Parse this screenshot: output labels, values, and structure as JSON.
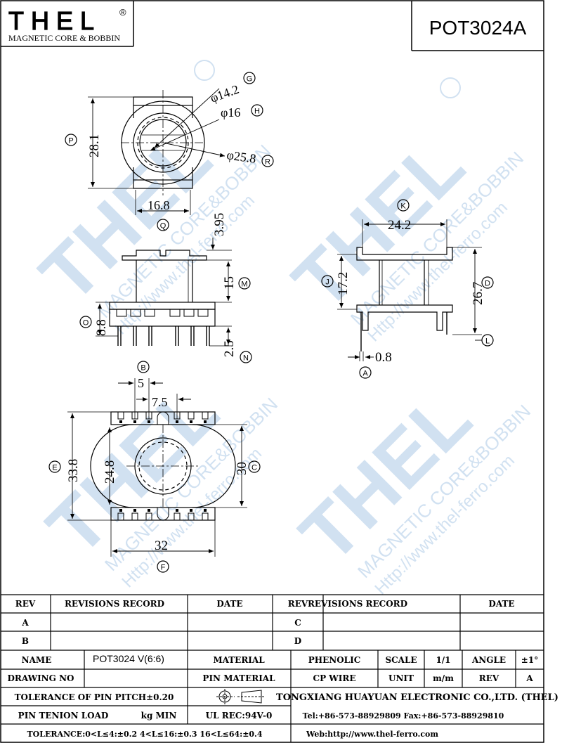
{
  "header": {
    "logo": "THEL",
    "registered": "®",
    "logo_subtitle": "MAGNETIC CORE & BOBBIN",
    "part_number": "POT3024A"
  },
  "watermark": {
    "brand": "THEL",
    "line1": "MAGNETIC CORE&BOBBIN",
    "line2": "Http://www.thel-ferro.com",
    "registered": "®"
  },
  "top_view": {
    "dims": {
      "p": "28.1",
      "g": "φ14.2",
      "h": "φ16",
      "r": "φ25.8",
      "q": "16.8"
    },
    "callouts": {
      "p": "P",
      "g": "G",
      "h": "H",
      "r": "R",
      "q": "Q"
    }
  },
  "front_view": {
    "dims": {
      "top": "3.95",
      "m": "15",
      "o": "8.8",
      "n": "2.5"
    },
    "callouts": {
      "m": "M",
      "o": "O",
      "n": "N"
    }
  },
  "side_view": {
    "dims": {
      "k": "24.2",
      "j": "17.2",
      "d": "26.7",
      "a": "0.8"
    },
    "callouts": {
      "k": "K",
      "j": "J",
      "d": "D",
      "l": "L",
      "a": "A"
    }
  },
  "bottom_view": {
    "dims": {
      "b1": "5",
      "b2": "7.5",
      "e": "33.8",
      "inner": "24.8",
      "c": "30",
      "f": "32"
    },
    "callouts": {
      "b": "B",
      "e": "E",
      "c": "C",
      "f": "F"
    }
  },
  "title_block": {
    "rev_header": "REV",
    "revisions_header": "REVISIONS RECORD",
    "date_header": "DATE",
    "rev_left": [
      "A",
      "B"
    ],
    "rev_right": [
      "C",
      "D"
    ],
    "name_label": "NAME",
    "name_value": "POT3024 V(6:6)",
    "material_label": "MATERIAL",
    "material_value": "PHENOLIC",
    "scale_label": "SCALE",
    "scale_value": "1/1",
    "angle_label": "ANGLE",
    "angle_value": "±1°",
    "drawing_no_label": "DRAWING NO",
    "pin_material_label": "PIN MATERIAL",
    "pin_material_value": "CP WIRE",
    "unit_label": "UNIT",
    "unit_value": "m/m",
    "rev_label": "REV",
    "rev_value": "A",
    "tolerance_pitch": "TOLERANCE OF PIN PITCH±0.20",
    "company": "TONGXIANG HUAYUAN ELECTRONIC CO.,LTD.  (THEL)",
    "pin_tension_label": "PIN TENION LOAD",
    "pin_tension_unit": "kg MIN",
    "ul_rec": "UL REC:94V-0",
    "tel_fax": "Tel:+86-573-88929809 Fax:+86-573-88929810",
    "tolerance": "TOLERANCE:0<L≤4:±0.2  4<L≤16:±0.3  16<L≤64:±0.4",
    "web": "Web:http://www.thel-ferro.com"
  }
}
